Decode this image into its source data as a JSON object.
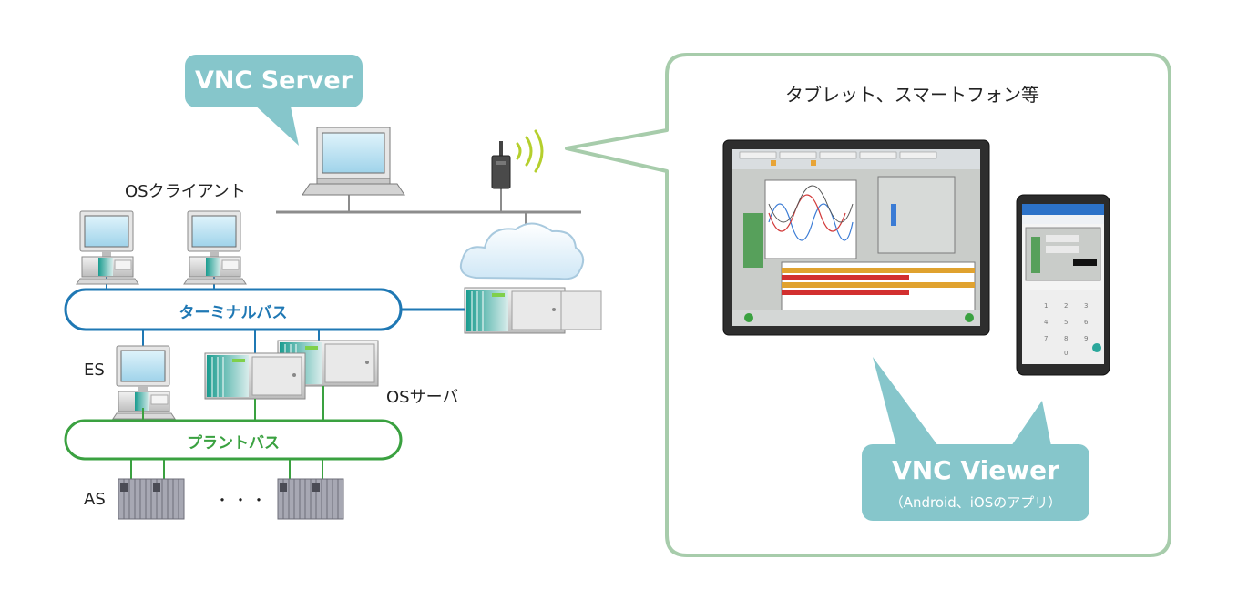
{
  "labels": {
    "vnc_server": "VNC Server",
    "os_client": "OSクライアント",
    "terminal_bus": "ターミナルバス",
    "es": "ES",
    "os_server": "OSサーバ",
    "plant_bus": "プラントバス",
    "as": "AS",
    "ellipsis": "・・・",
    "panel_title": "タブレット、スマートフォン等",
    "vnc_viewer": "VNC Viewer",
    "vnc_viewer_sub": "（Android、iOSのアプリ）"
  },
  "colors": {
    "callout": "#86c6cb",
    "panel_border": "#a7ccab",
    "terminal_bus": "#1f78b4",
    "plant_bus": "#3aa140",
    "network_line": "#8c8c8c",
    "wifi_waves": "#b5cf2d",
    "teal_module": "#2aa79b"
  },
  "icons": [
    "laptop-icon",
    "wireless-access-point-icon",
    "wifi-signal-icon",
    "cloud-icon",
    "workstation-icon",
    "server-rack-icon",
    "controller-rack-icon",
    "tablet-icon",
    "smartphone-icon"
  ]
}
